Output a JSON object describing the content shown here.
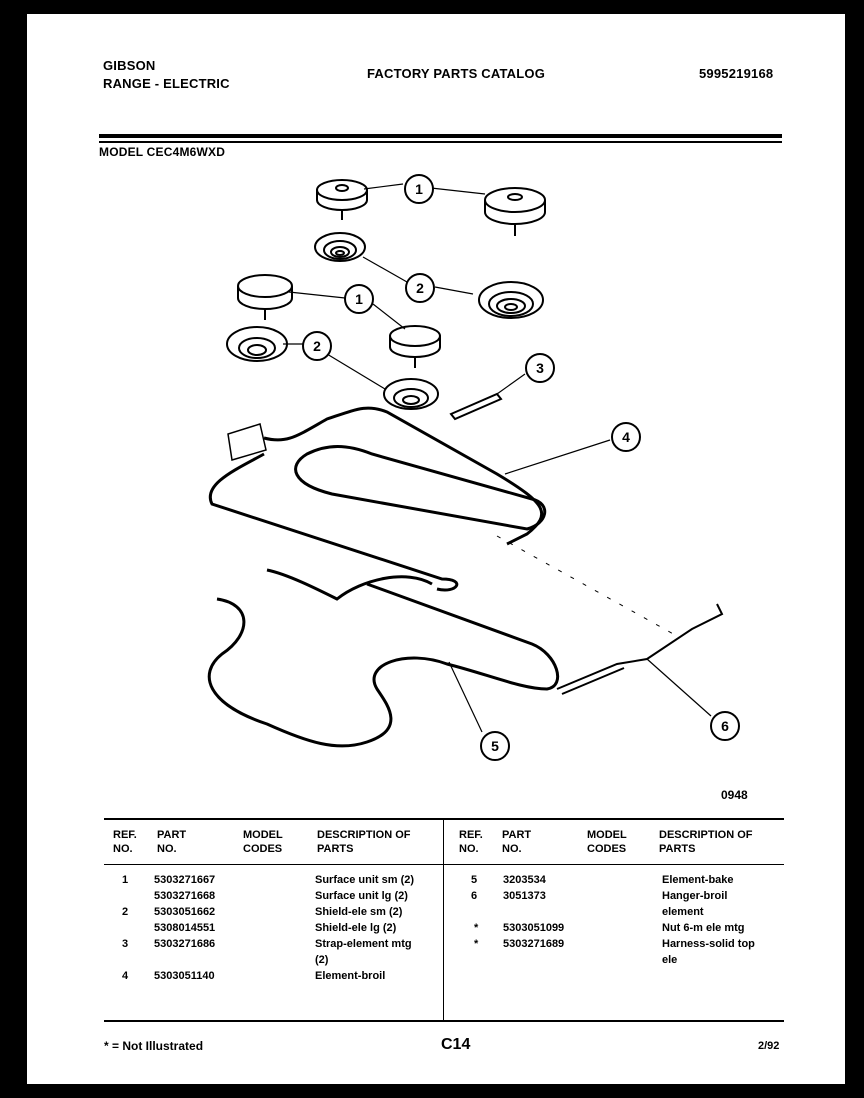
{
  "header": {
    "brand": "GIBSON",
    "product": "RANGE - ELECTRIC",
    "catalog_title": "FACTORY PARTS CATALOG",
    "catalog_number": "5995219168",
    "model": "MODEL CEC4M6WXD"
  },
  "diagram": {
    "callouts": [
      "1",
      "2",
      "1",
      "2",
      "3",
      "4",
      "5",
      "6"
    ],
    "figure_number": "0948"
  },
  "table": {
    "headers": {
      "ref_no": "REF. NO.",
      "part_no": "PART NO.",
      "model_codes": "MODEL CODES",
      "description": "DESCRIPTION OF PARTS"
    },
    "left_rows": [
      {
        "ref": "1",
        "part": "5303271667",
        "desc": "Surface unit sm (2)"
      },
      {
        "ref": "",
        "part": "5303271668",
        "desc": "Surface unit lg (2)"
      },
      {
        "ref": "2",
        "part": "5303051662",
        "desc": "Shield-ele sm (2)"
      },
      {
        "ref": "",
        "part": "5308014551",
        "desc": "Shield-ele lg (2)"
      },
      {
        "ref": "3",
        "part": "5303271686",
        "desc": "Strap-element mtg"
      },
      {
        "ref": "",
        "part": "",
        "desc": "(2)"
      },
      {
        "ref": "4",
        "part": "5303051140",
        "desc": "Element-broil"
      }
    ],
    "right_rows": [
      {
        "ref": "5",
        "part": "3203534",
        "desc": "Element-bake"
      },
      {
        "ref": "6",
        "part": "3051373",
        "desc": "Hanger-broil"
      },
      {
        "ref": "",
        "part": "",
        "desc": "element"
      },
      {
        "ref": "*",
        "part": "5303051099",
        "desc": "Nut 6-m ele mtg"
      },
      {
        "ref": "*",
        "part": "5303271689",
        "desc": "Harness-solid top"
      },
      {
        "ref": "",
        "part": "",
        "desc": "ele"
      }
    ]
  },
  "footer": {
    "note": "* = Not Illustrated",
    "page_code": "C14",
    "date": "2/92"
  }
}
